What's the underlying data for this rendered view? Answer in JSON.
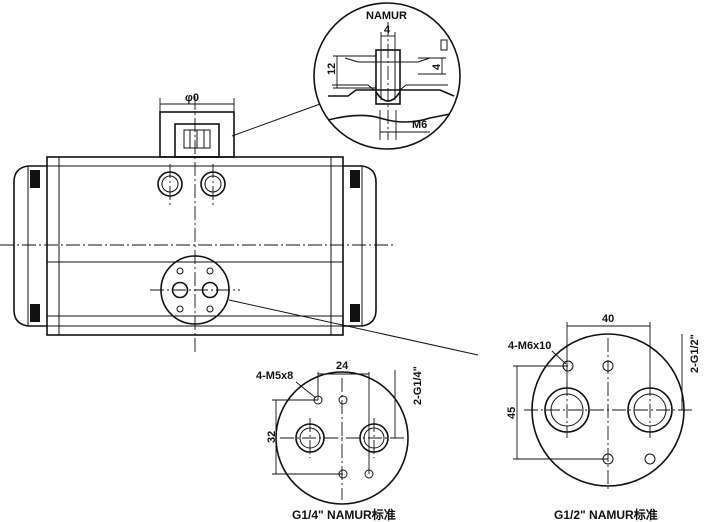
{
  "actuator": {
    "top_boss_dim": "φ0"
  },
  "namur_detail": {
    "title": "NAMUR",
    "dim_slot_width": "4",
    "dim_height": "12",
    "dim_right": "4",
    "dim_thread": "M6"
  },
  "flange_quarter": {
    "hole_callout": "4-M5x8",
    "dim_horizontal": "24",
    "dim_ports": "2-G1/4\"",
    "dim_vertical": "32",
    "caption": "G1/4\" NAMUR标准"
  },
  "flange_half": {
    "hole_callout": "4-M6x10",
    "dim_horizontal": "40",
    "dim_ports": "2-G1/2\"",
    "dim_vertical": "45",
    "caption": "G1/2\" NAMUR标准"
  }
}
